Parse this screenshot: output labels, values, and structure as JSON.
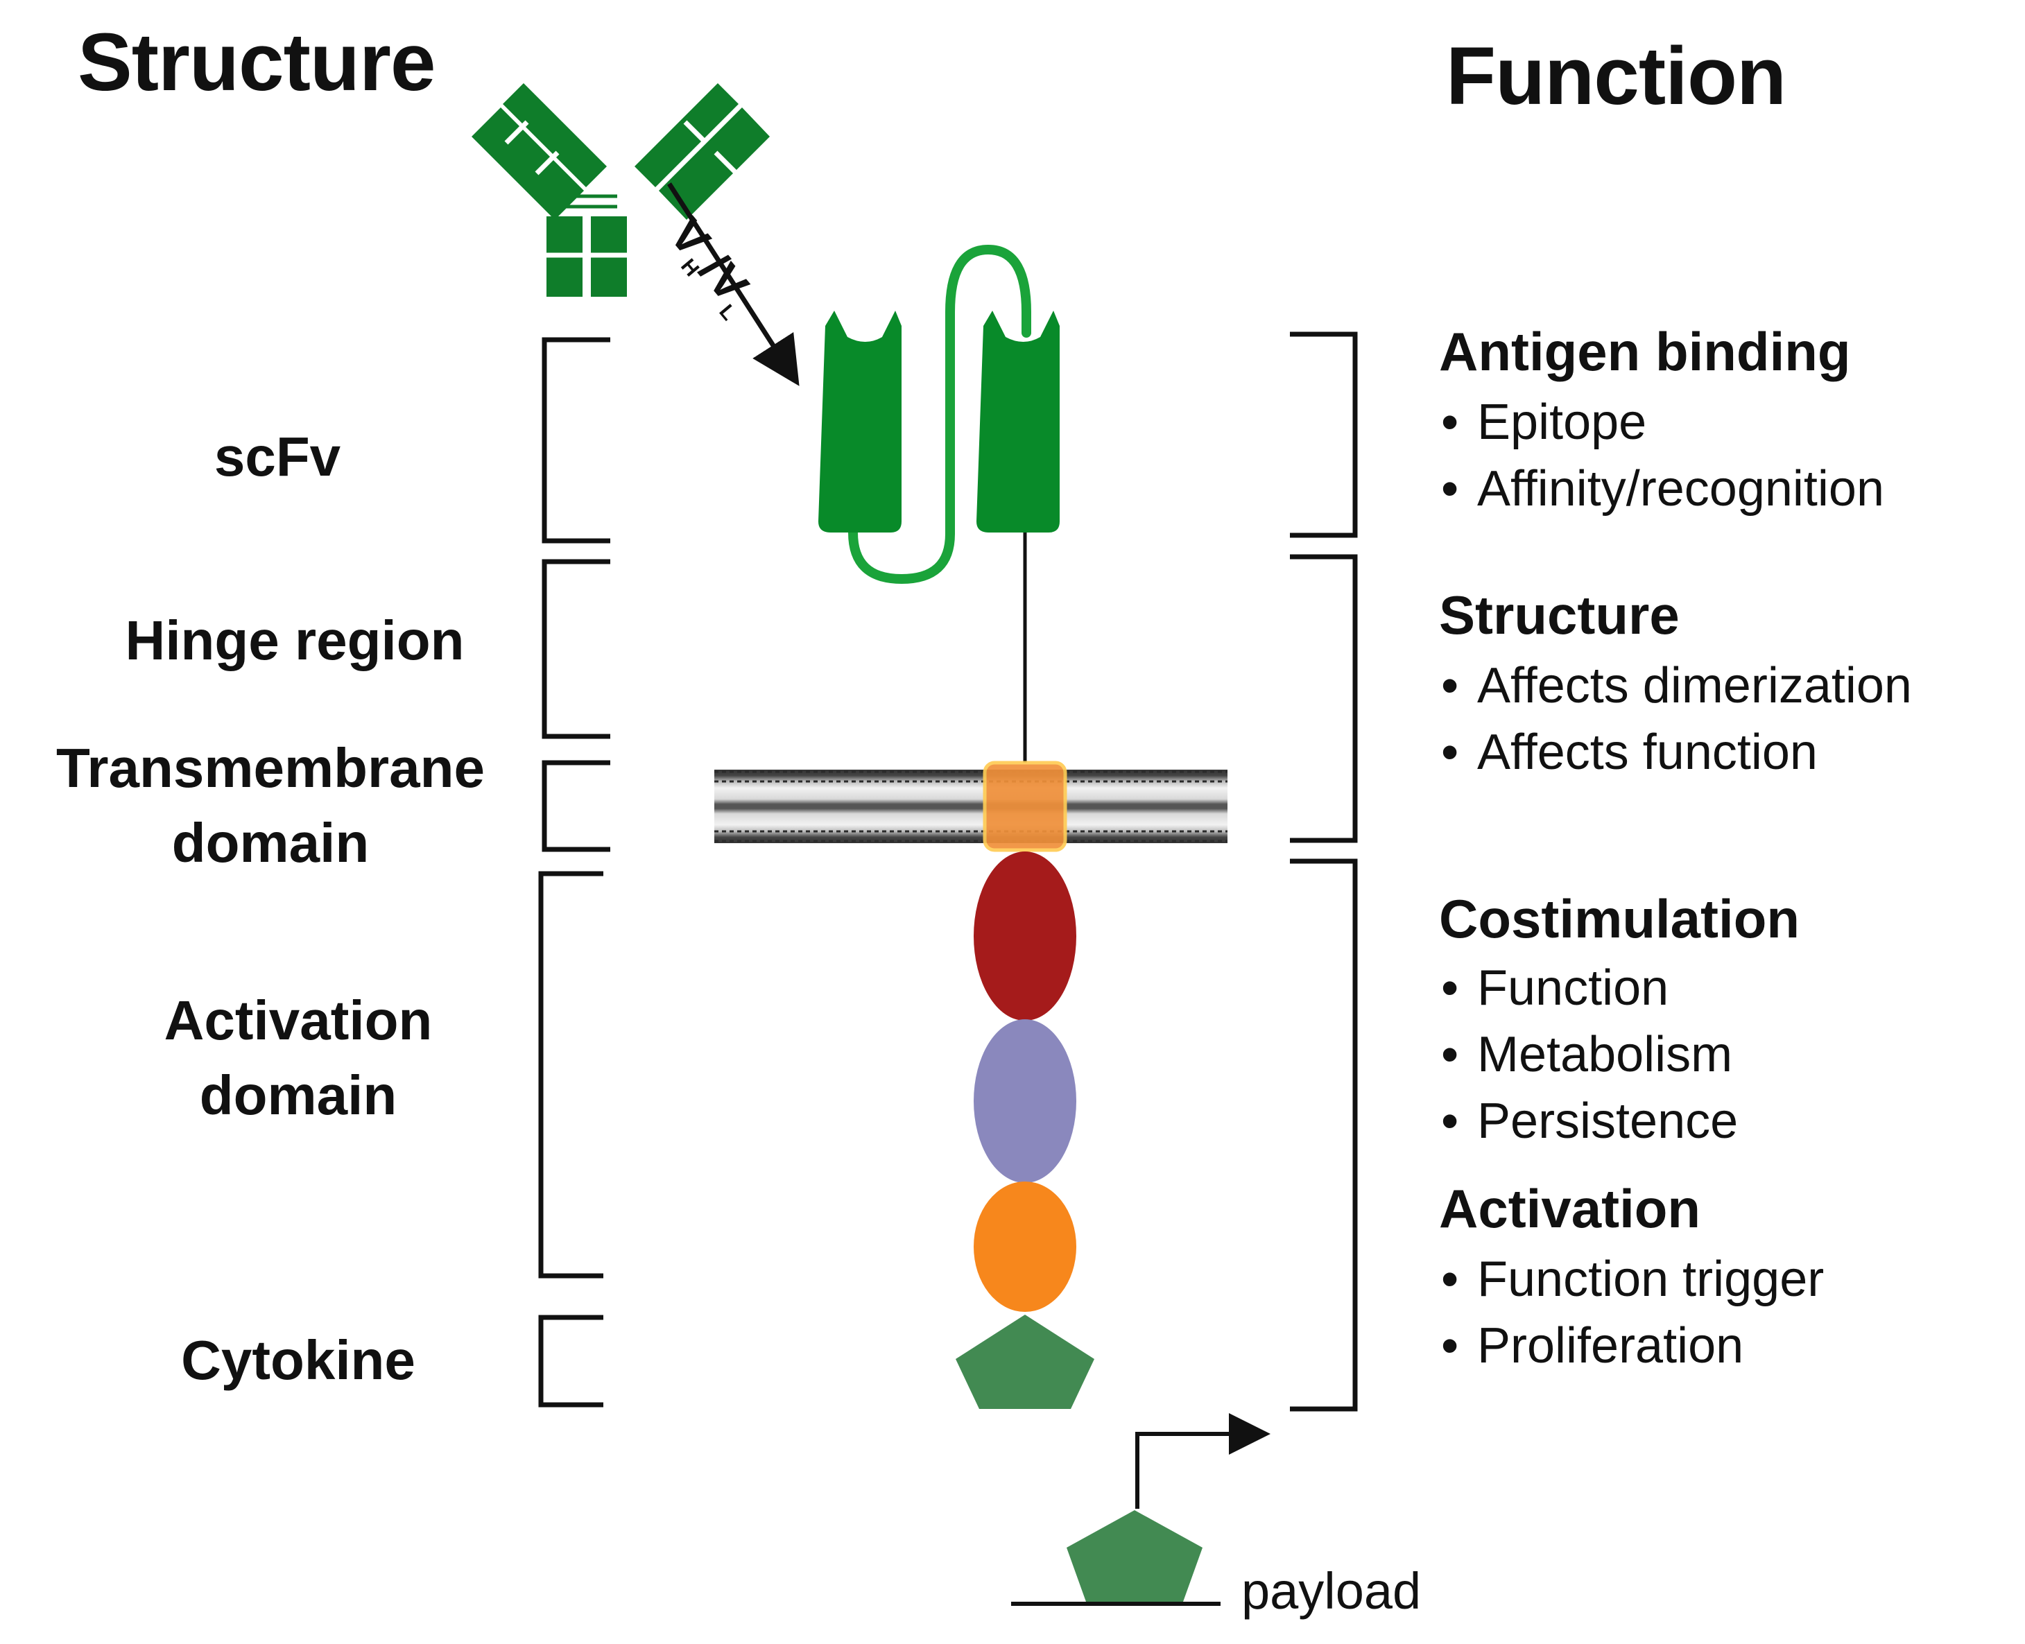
{
  "titles": {
    "structure": "Structure",
    "function": "Function"
  },
  "vh_vl": {
    "v1": "V",
    "sub1": "H",
    "slash": "/",
    "v2": "V",
    "sub2": "L"
  },
  "structure_labels": {
    "scfv": "scFv",
    "hinge": "Hinge region",
    "transmembrane_l1": "Transmembrane",
    "transmembrane_l2": "domain",
    "activation_l1": "Activation",
    "activation_l2": "domain",
    "cytokine": "Cytokine"
  },
  "function_groups": [
    {
      "heading": "Antigen binding",
      "items": [
        "Epitope",
        "Affinity/recognition"
      ]
    },
    {
      "heading": "Structure",
      "items": [
        "Affects dimerization",
        "Affects function"
      ]
    },
    {
      "heading": "Costimulation",
      "items": [
        "Function",
        "Metabolism",
        "Persistence"
      ]
    },
    {
      "heading": "Activation",
      "items": [
        "Function trigger",
        "Proliferation"
      ]
    }
  ],
  "payload_label": "payload",
  "colors": {
    "antibody_green": "#0f7d2a",
    "scfv_green": "#088a29",
    "linker_green": "#1aa33a",
    "tm_orange": "#f0903a",
    "domain_red": "#a51b1b",
    "domain_lavender": "#8a88bd",
    "domain_orange": "#f7871c",
    "cytokine_green": "#428a52"
  }
}
